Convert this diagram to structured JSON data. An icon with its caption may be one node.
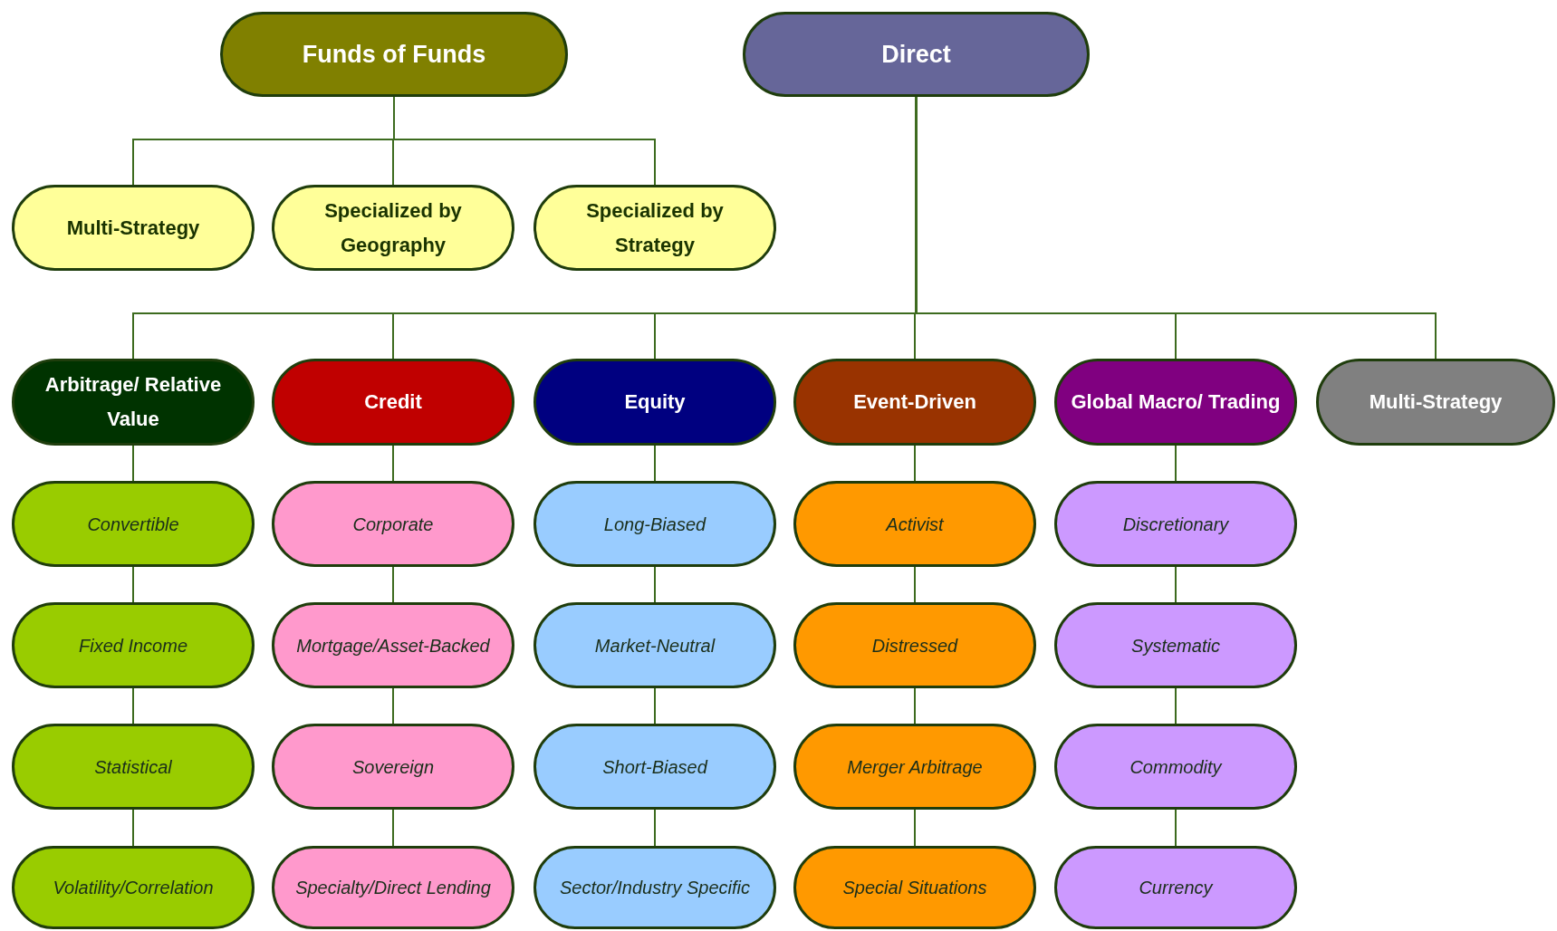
{
  "diagram": {
    "nodes": [
      {
        "text": [
          "Funds of Funds"
        ]
      },
      {
        "text": [
          "Direct"
        ]
      },
      {
        "text": [
          "Multi-Strategy"
        ]
      },
      {
        "text": [
          "Specialized by Geography"
        ]
      },
      {
        "text": [
          "Specialized by Strategy"
        ]
      },
      {
        "text": [
          "Arbitrage/ Relative Value"
        ]
      },
      {
        "text": [
          "Credit"
        ]
      },
      {
        "text": [
          "Equity"
        ]
      },
      {
        "text": [
          "Event-Driven"
        ]
      },
      {
        "text": [
          "Global Macro/ Trading"
        ]
      },
      {
        "text": [
          "Multi-Strategy"
        ]
      },
      {
        "text": [
          "Convertible"
        ]
      },
      {
        "text": [
          "Corporate"
        ]
      },
      {
        "text": [
          "Long-Biased"
        ]
      },
      {
        "text": [
          "Activist"
        ]
      },
      {
        "text": [
          "Discretionary"
        ]
      },
      {
        "text": [
          "Fixed Income"
        ]
      },
      {
        "text": [
          "Mortgage/Asset-Backed"
        ]
      },
      {
        "text": [
          "Market-Neutral"
        ]
      },
      {
        "text": [
          "Distressed"
        ]
      },
      {
        "text": [
          "Systematic"
        ]
      },
      {
        "text": [
          "Statistical"
        ]
      },
      {
        "text": [
          "Sovereign"
        ]
      },
      {
        "text": [
          "Short-Biased"
        ]
      },
      {
        "text": [
          "Merger Arbitrage"
        ]
      },
      {
        "text": [
          "Commodity"
        ]
      },
      {
        "text": [
          "Volatility/Correlation"
        ]
      },
      {
        "text": [
          "Specialty/Direct Lending"
        ]
      },
      {
        "text": [
          "Sector/Industry Specific"
        ]
      },
      {
        "text": [
          "Special Situations"
        ]
      },
      {
        "text": [
          "Currency"
        ]
      }
    ],
    "edges": [
      {
        "from": 0,
        "to": 2,
        "arrow": "none"
      },
      {
        "from": 0,
        "to": 3,
        "arrow": "none"
      },
      {
        "from": 0,
        "to": 4,
        "arrow": "none"
      },
      {
        "from": 1,
        "to": 5,
        "arrow": "none"
      },
      {
        "from": 1,
        "to": 6,
        "arrow": "none"
      },
      {
        "from": 1,
        "to": 7,
        "arrow": "none"
      },
      {
        "from": 1,
        "to": 8,
        "arrow": "none"
      },
      {
        "from": 1,
        "to": 9,
        "arrow": "none"
      },
      {
        "from": 1,
        "to": 10,
        "arrow": "none"
      },
      {
        "from": 5,
        "to": 11,
        "arrow": "none"
      },
      {
        "from": 6,
        "to": 12,
        "arrow": "none"
      },
      {
        "from": 7,
        "to": 13,
        "arrow": "none"
      },
      {
        "from": 8,
        "to": 14,
        "arrow": "none"
      },
      {
        "from": 9,
        "to": 15,
        "arrow": "none"
      },
      {
        "from": 11,
        "to": 16,
        "arrow": "none"
      },
      {
        "from": 12,
        "to": 17,
        "arrow": "none"
      },
      {
        "from": 13,
        "to": 18,
        "arrow": "none"
      },
      {
        "from": 14,
        "to": 19,
        "arrow": "none"
      },
      {
        "from": 15,
        "to": 20,
        "arrow": "none"
      },
      {
        "from": 16,
        "to": 21,
        "arrow": "none"
      },
      {
        "from": 17,
        "to": 22,
        "arrow": "none"
      },
      {
        "from": 18,
        "to": 23,
        "arrow": "none"
      },
      {
        "from": 19,
        "to": 24,
        "arrow": "none"
      },
      {
        "from": 20,
        "to": 25,
        "arrow": "none"
      },
      {
        "from": 21,
        "to": 26,
        "arrow": "none"
      },
      {
        "from": 22,
        "to": 27,
        "arrow": "none"
      },
      {
        "from": 23,
        "to": 28,
        "arrow": "none"
      },
      {
        "from": 24,
        "to": 29,
        "arrow": "none"
      },
      {
        "from": 25,
        "to": 30,
        "arrow": "none"
      }
    ]
  }
}
